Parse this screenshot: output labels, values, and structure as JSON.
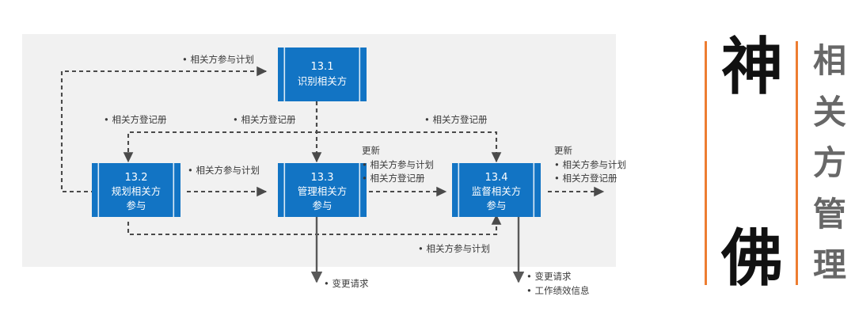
{
  "diagram": {
    "title_hidden": "",
    "canvas_bg": "#f1f1f1",
    "box_fill": "#1274c4",
    "box_edge": "#0f6ab4",
    "line_color": "#4a4a4a",
    "processes": [
      {
        "id": "13.1",
        "number": "13.1",
        "line1": "识别相关方",
        "line2": ""
      },
      {
        "id": "13.2",
        "number": "13.2",
        "line1": "规划相关方",
        "line2": "参与"
      },
      {
        "id": "13.3",
        "number": "13.3",
        "line1": "管理相关方",
        "line2": "参与"
      },
      {
        "id": "13.4",
        "number": "13.4",
        "line1": "监督相关方",
        "line2": "参与"
      }
    ],
    "labels": {
      "top_plan": "• 相关方参与计划",
      "reg_left": "• 相关方登记册",
      "reg_mid": "• 相关方登记册",
      "reg_right": "• 相关方登记册",
      "plan_2to3": "• 相关方参与计划",
      "update_mid_head": "更新",
      "update_mid_item1": "• 相关方参与计划",
      "update_mid_item2": "• 相关方登记册",
      "update_right_head": "更新",
      "update_right_item1": "• 相关方参与计划",
      "update_right_item2": "• 相关方登记册",
      "plan_feedback": "• 相关方参与计划",
      "change_request_mid": "• 变更请求",
      "change_request_right": "• 变更请求",
      "work_perf_right": "• 工作绩效信息"
    }
  },
  "title_panel": {
    "accent_color": "#ED7D31",
    "brand_chars": [
      "神",
      "佛"
    ],
    "subject_chars": [
      "相",
      "关",
      "方",
      "管",
      "理"
    ]
  }
}
